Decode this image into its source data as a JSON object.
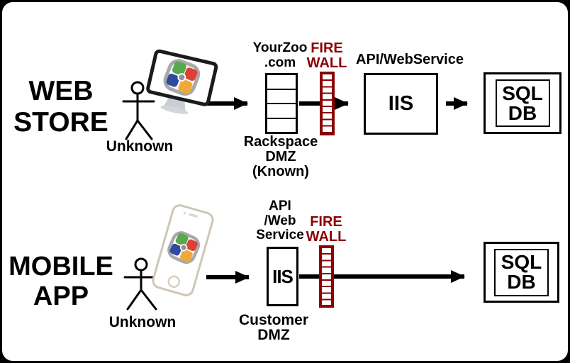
{
  "colors": {
    "firewall": "#8B0000",
    "outline": "#000000",
    "logo_green": "#57a84f",
    "logo_red": "#dd4136",
    "logo_blue": "#31499f",
    "logo_yellow": "#f0a939",
    "logo_gray": "#a8a8a8"
  },
  "web_store": {
    "title_line1": "WEB",
    "title_line2": "STORE",
    "actor_label": "Unknown",
    "server_label_line1": "YourZoo",
    "server_label_line2": ".com",
    "server_caption_line1": "Rackspace",
    "server_caption_line2": "DMZ",
    "server_caption_line3": "(Known)",
    "firewall_line1": "FIRE",
    "firewall_line2": "WALL",
    "iis_caption": "API/WebService",
    "iis_label": "IIS",
    "db_line1": "SQL",
    "db_line2": "DB"
  },
  "mobile_app": {
    "title_line1": "MOBILE",
    "title_line2": "APP",
    "actor_label": "Unknown",
    "iis_caption_line1": "API",
    "iis_caption_line2": "/Web",
    "iis_caption_line3": "Service",
    "iis_label": "IIS",
    "iis_footer_line1": "Customer",
    "iis_footer_line2": "DMZ",
    "firewall_line1": "FIRE",
    "firewall_line2": "WALL",
    "db_line1": "SQL",
    "db_line2": "DB"
  }
}
